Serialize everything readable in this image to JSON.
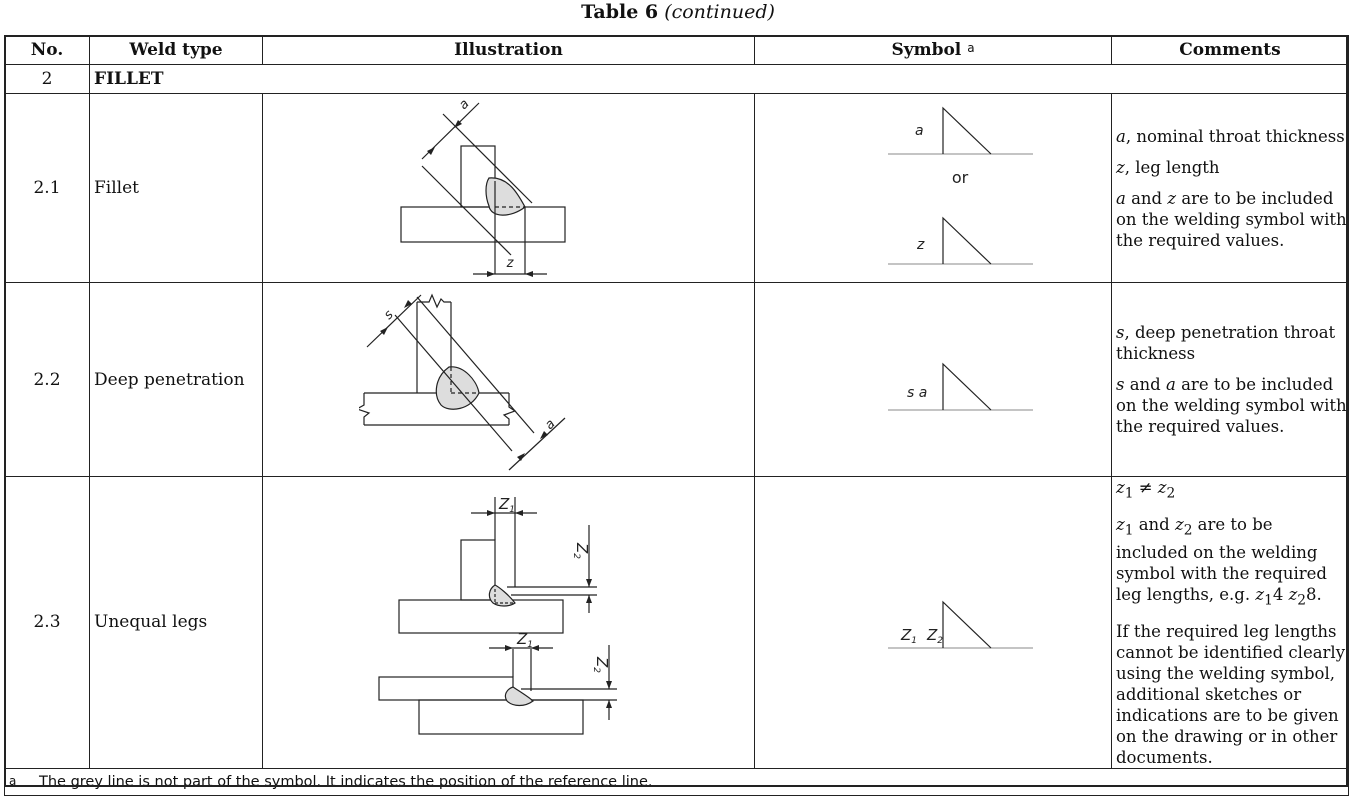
{
  "caption": {
    "title": "Table 6",
    "suffix": "(continued)"
  },
  "headers": {
    "no": "No.",
    "type": "Weld type",
    "illustration": "Illustration",
    "symbol": "Symbol",
    "symbol_note": "a",
    "comments": "Comments"
  },
  "group": {
    "no": "2",
    "title": "FILLET"
  },
  "rows": [
    {
      "no": "2.1",
      "type": "Fillet",
      "sym": {
        "top_label": "a",
        "or": "or",
        "bottom_label": "z"
      },
      "ill": {
        "a": "a",
        "z": "z"
      },
      "comments": {
        "c1_var": "a",
        "c1_text": ", nominal throat thickness",
        "c2_var": "z",
        "c2_text": ", leg length",
        "c3_a": "a",
        "c3_mid": " and ",
        "c3_z": "z",
        "c3_text": " are to be included on the welding symbol with the required values."
      }
    },
    {
      "no": "2.2",
      "type": "Deep penetration",
      "sym": {
        "label": "s a"
      },
      "ill": {
        "s": "s",
        "a": "a"
      },
      "comments": {
        "c1_var": "s",
        "c1_text": ", deep penetration throat thickness",
        "c2_s": "s",
        "c2_mid": " and ",
        "c2_a": "a",
        "c2_text": " are to be included on the welding symbol with the required values."
      }
    },
    {
      "no": "2.3",
      "type": "Unequal legs",
      "sym": {
        "z1": "Z",
        "z1_sub": "1",
        "z2": "Z",
        "z2_sub": "2"
      },
      "ill": {
        "z": "Z",
        "s1": "1",
        "s2": "2"
      },
      "comments": {
        "neq_z1": "z",
        "neq_1": "1",
        "neq_sym": " ≠ ",
        "neq_z2": "z",
        "neq_2": "2",
        "p2_z1": "z",
        "p2_1": "1",
        "p2_and": " and ",
        "p2_z2": "z",
        "p2_2": "2",
        "p2_text": " are to be included on the welding symbol with the required leg lengths, e.g. ",
        "p2_ex1": "z",
        "p2_ex1s": "1",
        "p2_ex1v": "4 ",
        "p2_ex2": "z",
        "p2_ex2s": "2",
        "p2_ex2v": "8.",
        "p3": "If the required leg lengths cannot be identified clearly using the welding symbol, additional sketches or indications are to be given on the drawing or in other documents."
      }
    }
  ],
  "footnote": {
    "mark": "a",
    "text": "The grey line is not part of the symbol. It indicates the position of the reference line."
  }
}
